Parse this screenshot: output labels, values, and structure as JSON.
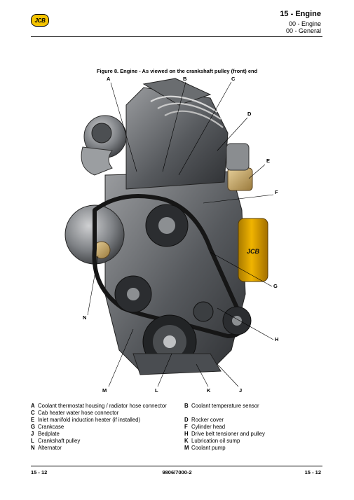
{
  "header": {
    "logo_text": "JCB",
    "title": "15 - Engine",
    "subtitle1": "00 - Engine",
    "subtitle2": "00 - General"
  },
  "figure": {
    "title": "Figure 8. Engine - As viewed on the crankshaft pulley (front) end",
    "callouts": [
      "A",
      "B",
      "C",
      "D",
      "E",
      "F",
      "G",
      "H",
      "J",
      "K",
      "L",
      "M",
      "N"
    ],
    "filter_logo": "JCB"
  },
  "legend": {
    "left": [
      {
        "key": "A",
        "text": "Coolant thermostat housing / radiator hose connector"
      },
      {
        "key": "C",
        "text": "Cab heater water hose connector"
      },
      {
        "key": "E",
        "text": "Inlet manifold induction heater (if installed)"
      },
      {
        "key": "G",
        "text": "Crankcase"
      },
      {
        "key": "J",
        "text": "Bedplate"
      },
      {
        "key": "L",
        "text": "Crankshaft pulley"
      },
      {
        "key": "N",
        "text": "Alternator"
      }
    ],
    "right": [
      {
        "key": "B",
        "text": "Coolant temperature sensor"
      },
      {
        "key": "D",
        "text": "Rocker cover"
      },
      {
        "key": "F",
        "text": "Cylinder head"
      },
      {
        "key": "H",
        "text": "Drive belt tensioner and pulley"
      },
      {
        "key": "K",
        "text": "Lubrication oil sump"
      },
      {
        "key": "M",
        "text": "Coolant pump"
      }
    ]
  },
  "footer": {
    "left": "15 - 12",
    "center": "9806/7000-2",
    "right": "15 - 12"
  }
}
